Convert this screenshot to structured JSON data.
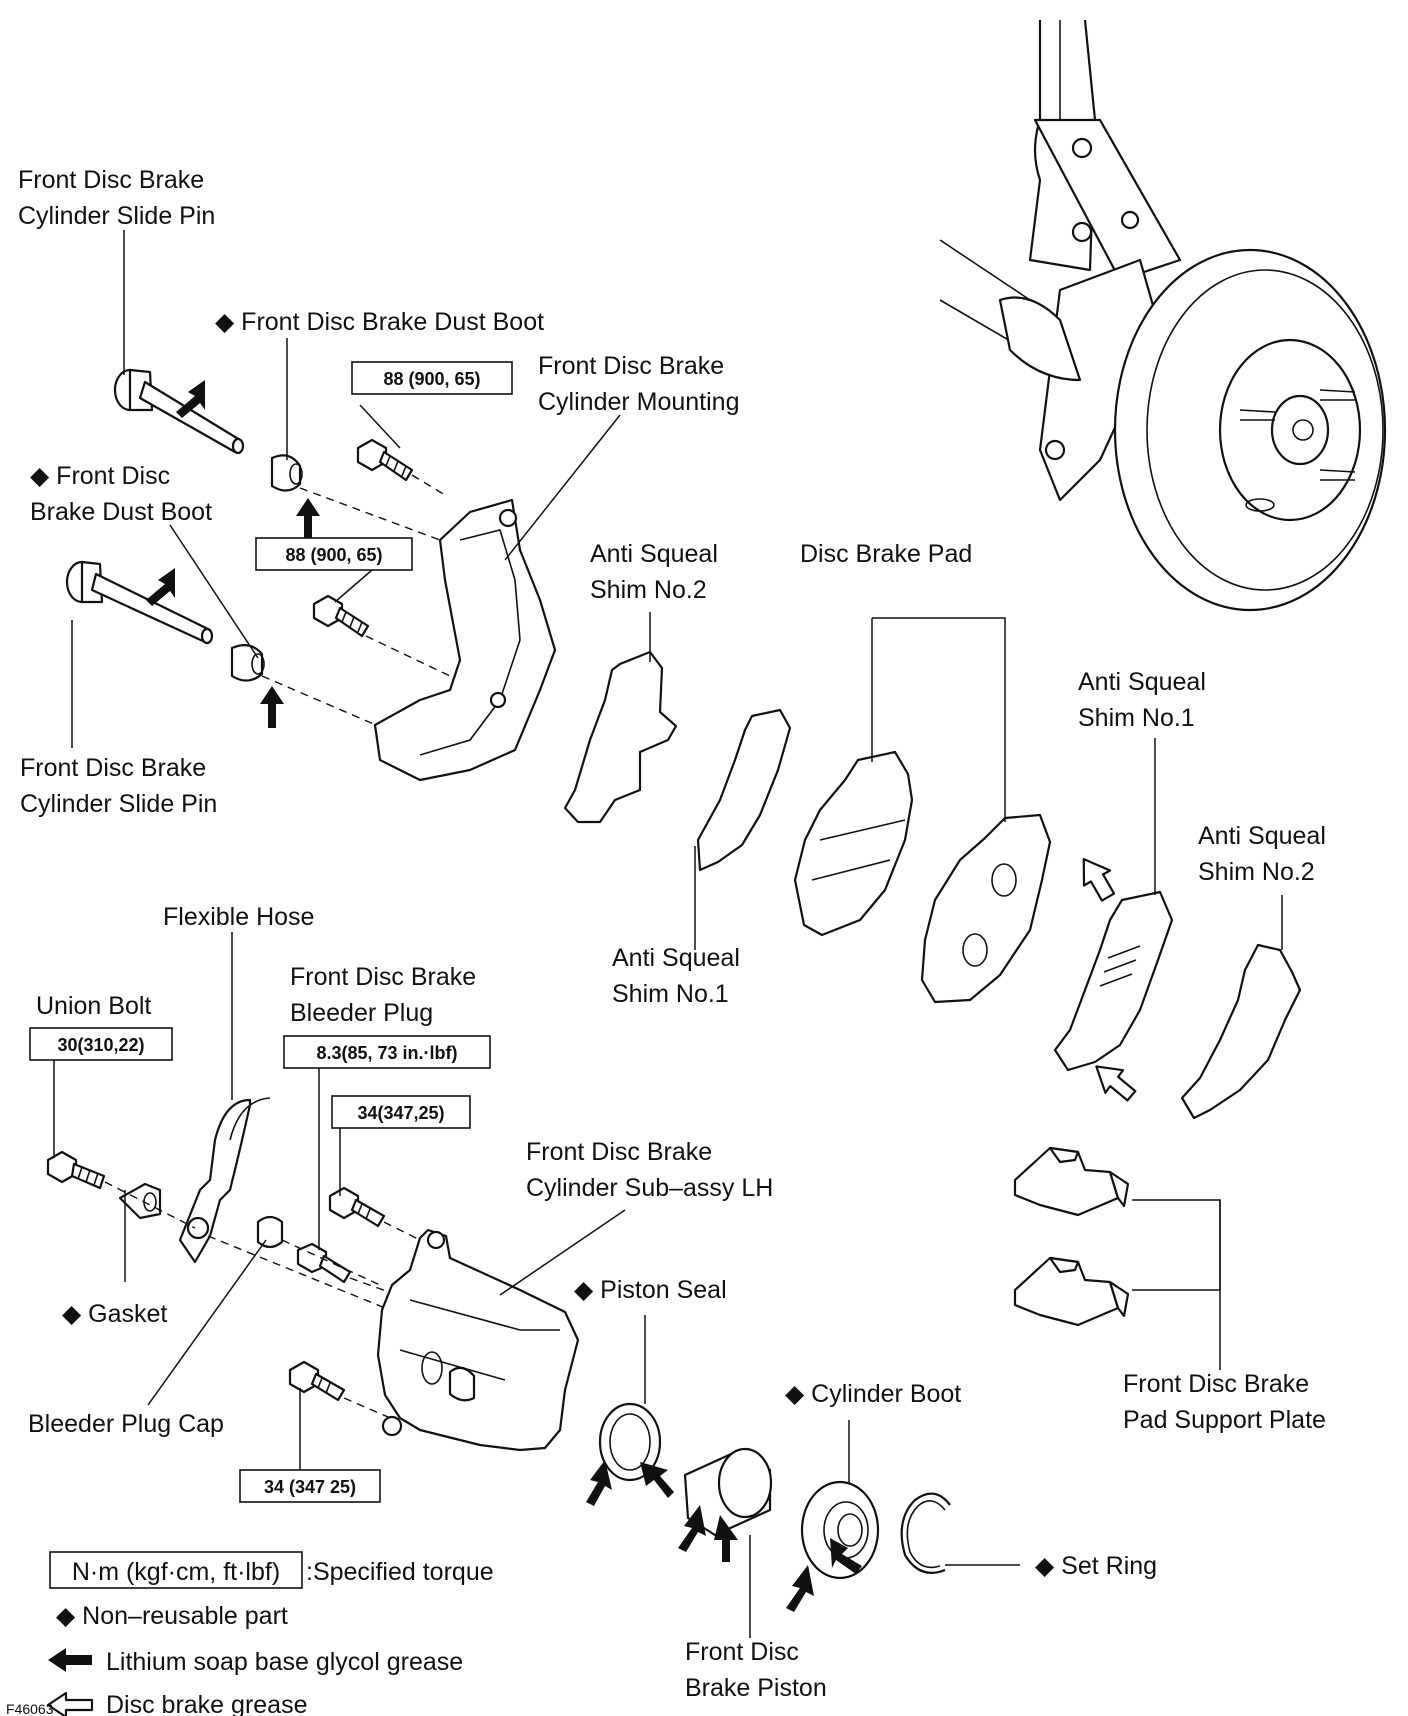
{
  "labels": {
    "slide_pin_top": [
      "Front Disc Brake",
      "Cylinder Slide Pin"
    ],
    "dust_boot_top": "◆ Front Disc Brake Dust Boot",
    "cyl_mounting": [
      "Front Disc Brake",
      "Cylinder Mounting"
    ],
    "dust_boot_left": [
      "◆ Front Disc",
      "Brake Dust Boot"
    ],
    "anti_squeal_2_a": [
      "Anti Squeal",
      "Shim No.2"
    ],
    "disc_brake_pad": "Disc Brake Pad",
    "anti_squeal_1_a": [
      "Anti Squeal",
      "Shim No.1"
    ],
    "anti_squeal_2_b": [
      "Anti Squeal",
      "Shim No.2"
    ],
    "slide_pin_bottom": [
      "Front Disc Brake",
      "Cylinder Slide Pin"
    ],
    "anti_squeal_1_b": [
      "Anti Squeal",
      "Shim No.1"
    ],
    "flexible_hose": "Flexible Hose",
    "bleeder_plug": [
      "Front Disc Brake",
      "Bleeder Plug"
    ],
    "union_bolt": "Union Bolt",
    "cyl_subassy": [
      "Front Disc Brake",
      "Cylinder Sub–assy LH"
    ],
    "piston_seal": "◆ Piston Seal",
    "gasket": "◆ Gasket",
    "bleeder_cap": "Bleeder Plug Cap",
    "cylinder_boot": "◆ Cylinder Boot",
    "pad_support": [
      "Front Disc Brake",
      "Pad Support Plate"
    ],
    "set_ring": "◆ Set Ring",
    "brake_piston": [
      "Front Disc",
      "Brake Piston"
    ]
  },
  "torques": {
    "mount_upper": "88 (900, 65)",
    "mount_lower": "88 (900, 65)",
    "union_bolt": "30(310,22)",
    "bleeder_plug": "8.3(85, 73 in.·lbf)",
    "cyl_upper": "34(347,25)",
    "cyl_lower": "34 (347 25)"
  },
  "legend": {
    "torque_box": "N·m (kgf·cm, ft·lbf)",
    "torque_text": ":Specified torque",
    "non_reusable": "◆ Non–reusable part",
    "lithium": "Lithium soap base glycol grease",
    "disc_grease": "Disc brake grease"
  },
  "figure_code": "F46063"
}
